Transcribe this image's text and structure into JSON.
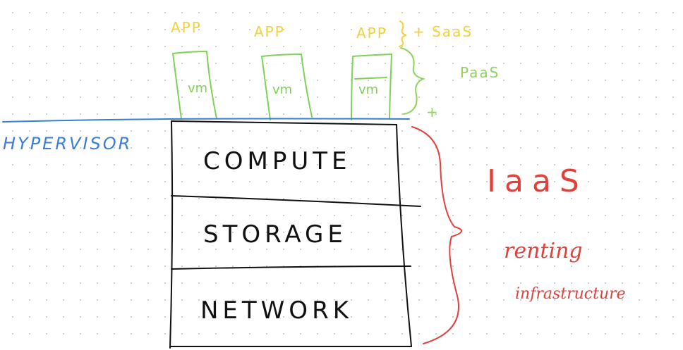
{
  "colors": {
    "app": "#f2d13a",
    "paas": "#8fd45a",
    "vm": "#7fd157",
    "hypervisor": "#3a7fd5",
    "iaas": "#e2403b",
    "ink": "#111111"
  },
  "apps": [
    {
      "app_label": "APP",
      "vm_label": "vm"
    },
    {
      "app_label": "APP",
      "vm_label": "vm"
    },
    {
      "app_label": "APP",
      "vm_label": "vm"
    }
  ],
  "saas_label": "+ SaaS",
  "paas_label": "PaaS",
  "paas_plus": "+",
  "hypervisor_label": "HYPERVISOR",
  "layers": [
    {
      "label": "COMPUTE"
    },
    {
      "label": "STORAGE"
    },
    {
      "label": "NETWORK"
    }
  ],
  "iaas_label": "IaaS",
  "iaas_note_line1": "renting",
  "iaas_note_line2": "infrastructure"
}
